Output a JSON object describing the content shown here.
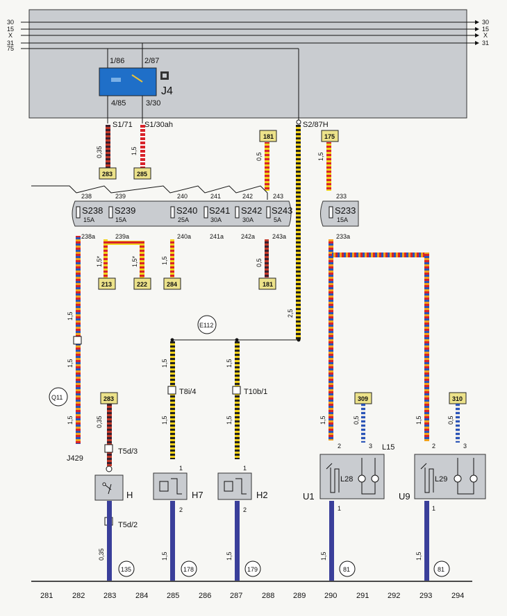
{
  "bus_left": [
    "30",
    "15",
    "X",
    "31",
    "75"
  ],
  "bus_right": [
    "30",
    "15",
    "X",
    "31"
  ],
  "relay": {
    "name": "J4",
    "pin_86": "1/86",
    "pin_87": "2/87",
    "pin_85": "4/85",
    "pin_30": "3/30"
  },
  "connectors": {
    "s1_71": "S1/71",
    "s1_30ah": "S1/30ah",
    "s2_87h": "S2/87H",
    "e112": "E112",
    "q11": "Q11",
    "j429": "J429",
    "t5d3": "T5d/3",
    "t5d2": "T5d/2",
    "t8i4": "T8i/4",
    "t10b1": "T10b/1"
  },
  "fuses": [
    {
      "top": "238",
      "label": "S238",
      "amp": "15A",
      "bottom": "238a"
    },
    {
      "top": "239",
      "label": "S239",
      "amp": "15A",
      "bottom": "239a"
    },
    {
      "top": "240",
      "label": "S240",
      "amp": "25A",
      "bottom": "240a"
    },
    {
      "top": "241",
      "label": "S241",
      "amp": "30A",
      "bottom": "241a"
    },
    {
      "top": "242",
      "label": "S242",
      "amp": "30A",
      "bottom": "242a"
    },
    {
      "top": "243",
      "label": "S243",
      "amp": "5A",
      "bottom": "243a"
    },
    {
      "top": "233",
      "label": "S233",
      "amp": "15A",
      "bottom": "233a"
    }
  ],
  "refs": {
    "r283a": "283",
    "r285": "285",
    "r181a": "181",
    "r175": "175",
    "r213": "213",
    "r222": "222",
    "r284": "284",
    "r181b": "181",
    "r283b": "283",
    "r309": "309",
    "r310": "310"
  },
  "gauges": {
    "g035a": "0,35",
    "g15a": "1,5",
    "g05a": "0,5",
    "g15b": "1,5",
    "g15c": "1,5*",
    "g15d": "1,5*",
    "g15e": "1,5",
    "g05b": "0,5",
    "g25": "2,5",
    "g15f": "1,5",
    "g15g": "1,5",
    "g15h": "1,5",
    "g035b": "0,35",
    "g15i": "1,5",
    "g15j": "1,5",
    "g15k": "1,5",
    "g15l": "1,5",
    "g05c": "0,5",
    "g15m": "1,5",
    "g05d": "0,5",
    "g035c": "0,35",
    "g15n": "1,5",
    "g15o": "1,5",
    "g15p": "1,5",
    "g15q": "1,5"
  },
  "components": {
    "h": "H",
    "h7": "H7",
    "h2": "H2",
    "u1": "U1",
    "u9": "U9",
    "l15": "L15",
    "l28": "L28",
    "l29": "L29"
  },
  "pins": {
    "h7_1": "1",
    "h7_2": "2",
    "h2_1": "1",
    "h2_2": "2",
    "u1_2": "2",
    "u1_3": "3",
    "u1_1": "1",
    "u9_2": "2",
    "u9_3": "3",
    "u9_1": "1"
  },
  "ground_refs": {
    "gr135": "135",
    "gr178": "178",
    "gr179": "179",
    "gr81a": "81",
    "gr81b": "81"
  },
  "columns": [
    "281",
    "282",
    "283",
    "284",
    "285",
    "286",
    "287",
    "288",
    "289",
    "290",
    "291",
    "292",
    "293",
    "294"
  ],
  "colors": {
    "panel": "#c9ccd0",
    "relay_blue": "#1f6fc8",
    "wire_red": "#d8232a",
    "wire_yellow": "#f2d21b",
    "wire_blue": "#2a54b8",
    "wire_black": "#222222",
    "ground_blue": "#3a3f9a",
    "ref_box": "#ece28a"
  }
}
